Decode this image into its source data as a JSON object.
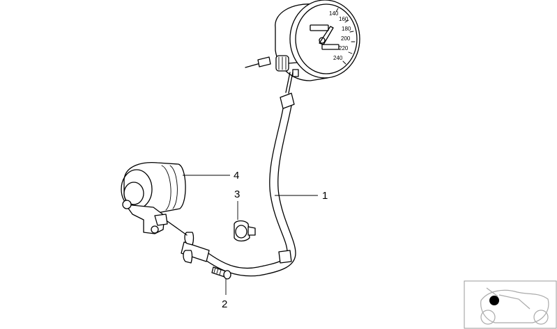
{
  "diagram": {
    "callouts": [
      {
        "id": "1",
        "label": "1"
      },
      {
        "id": "2",
        "label": "2"
      },
      {
        "id": "3",
        "label": "3"
      },
      {
        "id": "4",
        "label": "4"
      }
    ],
    "speedometer": {
      "scale_labels": [
        "140",
        "160",
        "180",
        "200",
        "220",
        "240"
      ]
    }
  }
}
